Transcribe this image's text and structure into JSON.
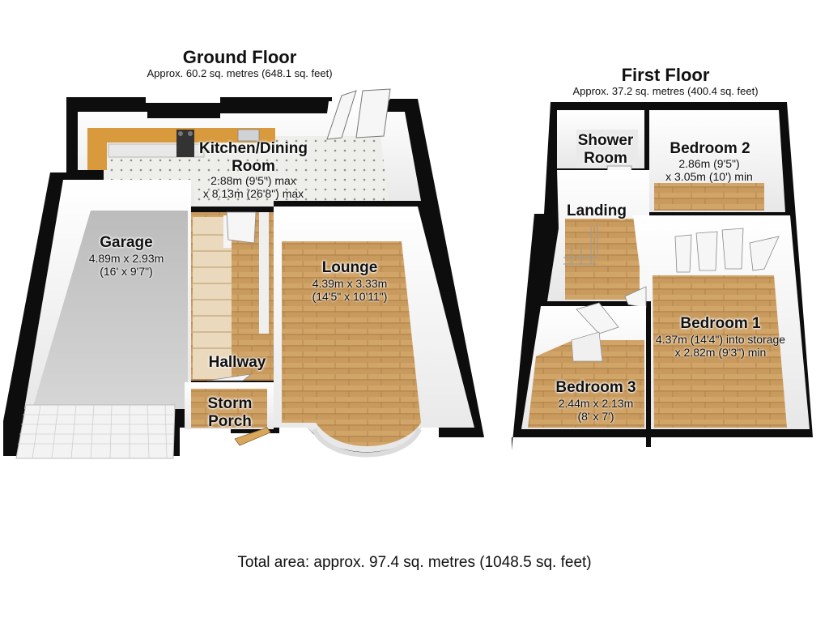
{
  "ground_floor": {
    "title": "Ground Floor",
    "area": "Approx. 60.2 sq. metres (648.1 sq. feet)",
    "rooms": {
      "kitchen": {
        "name_line1": "Kitchen/Dining",
        "name_line2": "Room",
        "dim_line1": "2.88m (9'5\") max",
        "dim_line2": "x 8.13m (26'8\") max"
      },
      "garage": {
        "name": "Garage",
        "dim_line1": "4.89m x 2.93m",
        "dim_line2": "(16' x 9'7\")"
      },
      "lounge": {
        "name": "Lounge",
        "dim_line1": "4.39m x 3.33m",
        "dim_line2": "(14'5\" x 10'11\")"
      },
      "hallway": {
        "name": "Hallway"
      },
      "porch": {
        "name_line1": "Storm",
        "name_line2": "Porch"
      }
    }
  },
  "first_floor": {
    "title": "First Floor",
    "area": "Approx. 37.2 sq. metres (400.4 sq. feet)",
    "rooms": {
      "shower": {
        "name_line1": "Shower",
        "name_line2": "Room"
      },
      "bedroom2": {
        "name": "Bedroom 2",
        "dim_line1": "2.86m (9'5\")",
        "dim_line2": "x 3.05m (10') min"
      },
      "landing": {
        "name": "Landing"
      },
      "bedroom1": {
        "name": "Bedroom 1",
        "dim_line1": "4.37m (14'4\") into storage",
        "dim_line2": "x 2.82m (9'3\") min"
      },
      "bedroom3": {
        "name": "Bedroom 3",
        "dim_line1": "2.44m x 2.13m",
        "dim_line2": "(8' x 7')"
      }
    }
  },
  "total_area": "Total area: approx. 97.4 sq. metres (1048.5 sq. feet)",
  "colors": {
    "wall": "#0d0d0d",
    "wood_floor": "#c89a5e",
    "kitchen_floor": "#ecebe6",
    "garage_floor": "#c9c9c9",
    "cabinet": "#d99a3e",
    "wall_inner": "#f4f4f4"
  }
}
